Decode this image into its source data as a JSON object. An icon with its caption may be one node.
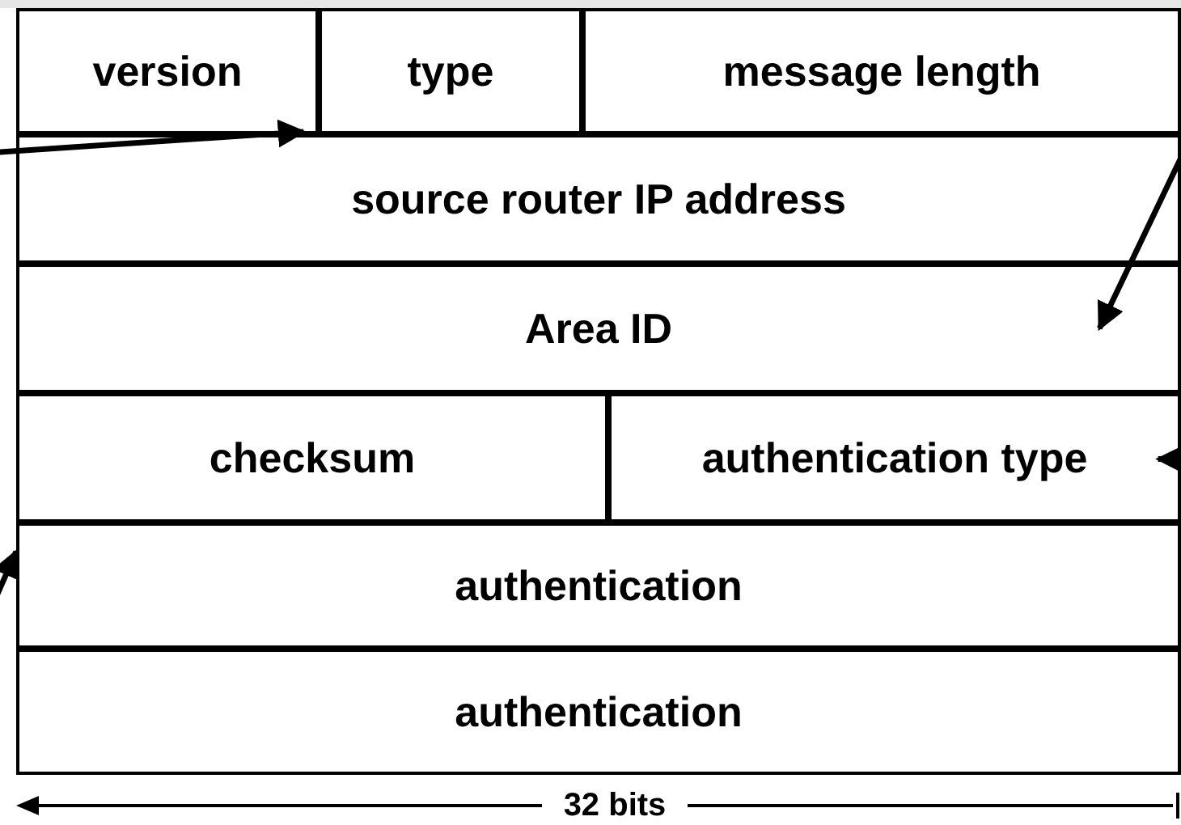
{
  "diagram": {
    "nodes": [
      {
        "text": [
          "version"
        ]
      },
      {
        "text": [
          "type"
        ]
      },
      {
        "text": [
          "message length"
        ]
      },
      {
        "text": [
          "source router IP address"
        ]
      },
      {
        "text": [
          "Area ID"
        ]
      },
      {
        "text": [
          "checksum"
        ]
      },
      {
        "text": [
          "authentication type"
        ]
      },
      {
        "text": [
          "authentication"
        ]
      },
      {
        "text": [
          "authentication"
        ]
      }
    ],
    "edges": [
      {
        "from": null,
        "to": 0,
        "arrow": "to"
      },
      {
        "from": null,
        "to": 4,
        "arrow": "to"
      },
      {
        "from": null,
        "to": 6,
        "arrow": "to"
      },
      {
        "from": null,
        "to": 7,
        "arrow": "to"
      }
    ],
    "labels": [
      "32 bits"
    ]
  }
}
